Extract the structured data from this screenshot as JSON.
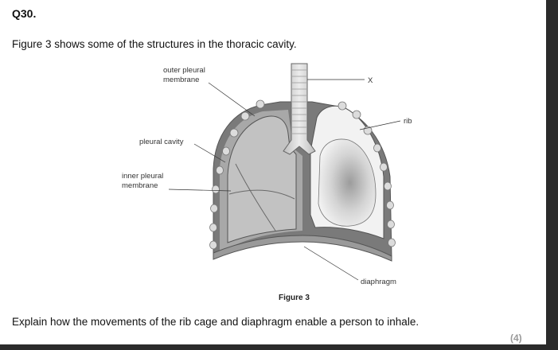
{
  "question": {
    "number": "Q30.",
    "intro": "Figure 3 shows some of the structures in the thoracic cavity.",
    "prompt": "Explain how the movements of the rib cage and diaphragm enable a person to inhale.",
    "marks": "(4)"
  },
  "figure": {
    "caption": "Figure 3",
    "labels": {
      "outer_pleural_line1": "outer pleural",
      "outer_pleural_line2": "membrane",
      "pleural_cavity": "pleural cavity",
      "inner_pleural_line1": "inner pleural",
      "inner_pleural_line2": "membrane",
      "x": "X",
      "rib": "rib",
      "diaphragm": "diaphragm"
    }
  }
}
